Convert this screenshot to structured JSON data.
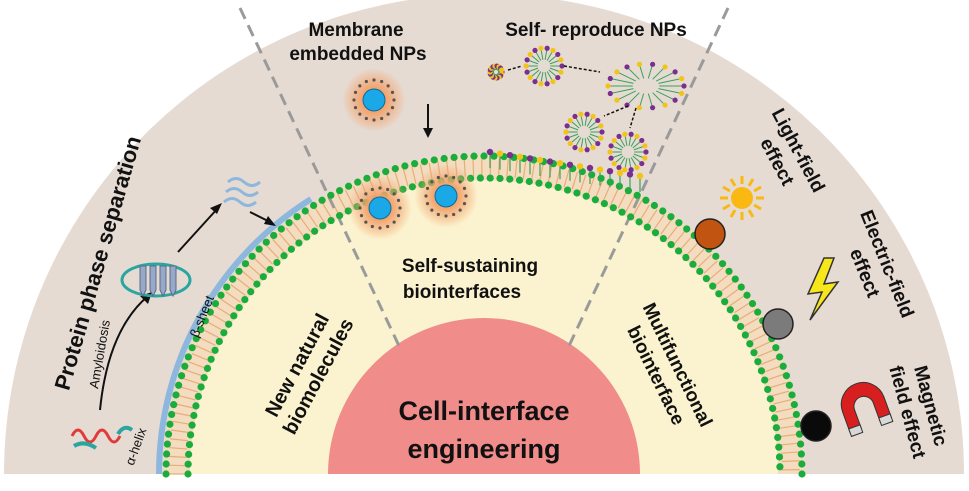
{
  "center": {
    "line1": "Cell-interface",
    "line2": "engineering"
  },
  "inner_sections": {
    "left": {
      "line1": "New natural",
      "line2": "biomolecules"
    },
    "middle": {
      "line1": "Self-sustaining",
      "line2": "biointerfaces"
    },
    "right": {
      "line1": "Multifunctional",
      "line2": "biointerface"
    }
  },
  "outer_sections": {
    "protein": {
      "title": "Protein phase separation",
      "amyloidosis": "Amyloidosis",
      "beta_sheet": "β-sheet",
      "alpha_helix": "α-helix"
    },
    "membrane": {
      "line1": "Membrane",
      "line2": "embedded NPs"
    },
    "self_reproduce": {
      "title": "Self- reproduce NPs"
    },
    "light": {
      "line1": "Light-field",
      "line2": "effect"
    },
    "electric": {
      "line1": "Electric-field",
      "line2": "effect"
    },
    "magnetic": {
      "line1": "Magnetic",
      "line2": "field effect"
    }
  },
  "colors": {
    "outer_band": "#e6dbd3",
    "inner_band": "#fbf3cf",
    "core": "#f08c8a",
    "bead": "#1bad3c",
    "lipid": "#e7ae76",
    "membrane_blue": "#8db7dd",
    "np_blue": "#1aa8e6",
    "np_glow": "#f3a36c",
    "sun": "#f9b812",
    "electric_sphere": "#c15410",
    "magnetic_sphere": "#7b7b7b",
    "lightning": "#f6e61a",
    "magnet": "#d81f1f"
  }
}
